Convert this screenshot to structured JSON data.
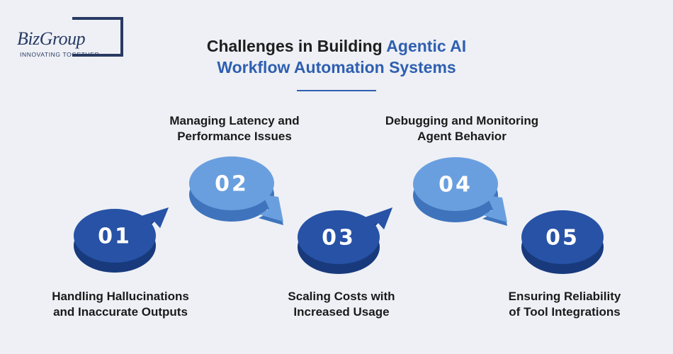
{
  "logo": {
    "wordmark": "BizGroup",
    "tagline": "INNOVATING TOGETHER"
  },
  "title": {
    "line1_dark": "Challenges in Building ",
    "line1_blue": "Agentic AI",
    "line2_blue": "Workflow Automation Systems"
  },
  "steps": [
    {
      "number": "01",
      "label_line1": "Handling Hallucinations",
      "label_line2": "and Inaccurate Outputs"
    },
    {
      "number": "02",
      "label_line1": "Managing Latency and",
      "label_line2": "Performance Issues"
    },
    {
      "number": "03",
      "label_line1": "Scaling Costs with",
      "label_line2": "Increased Usage"
    },
    {
      "number": "04",
      "label_line1": "Debugging and Monitoring",
      "label_line2": "Agent Behavior"
    },
    {
      "number": "05",
      "label_line1": "Ensuring Reliability",
      "label_line2": "of Tool Integrations"
    }
  ],
  "colors": {
    "dark_disc": "#2752a6",
    "dark_disc_side": "#183a7c",
    "light_disc": "#6a9fdf",
    "light_disc_side": "#3f74bd",
    "accent": "#2f5fb0",
    "logo_navy": "#283a63"
  }
}
